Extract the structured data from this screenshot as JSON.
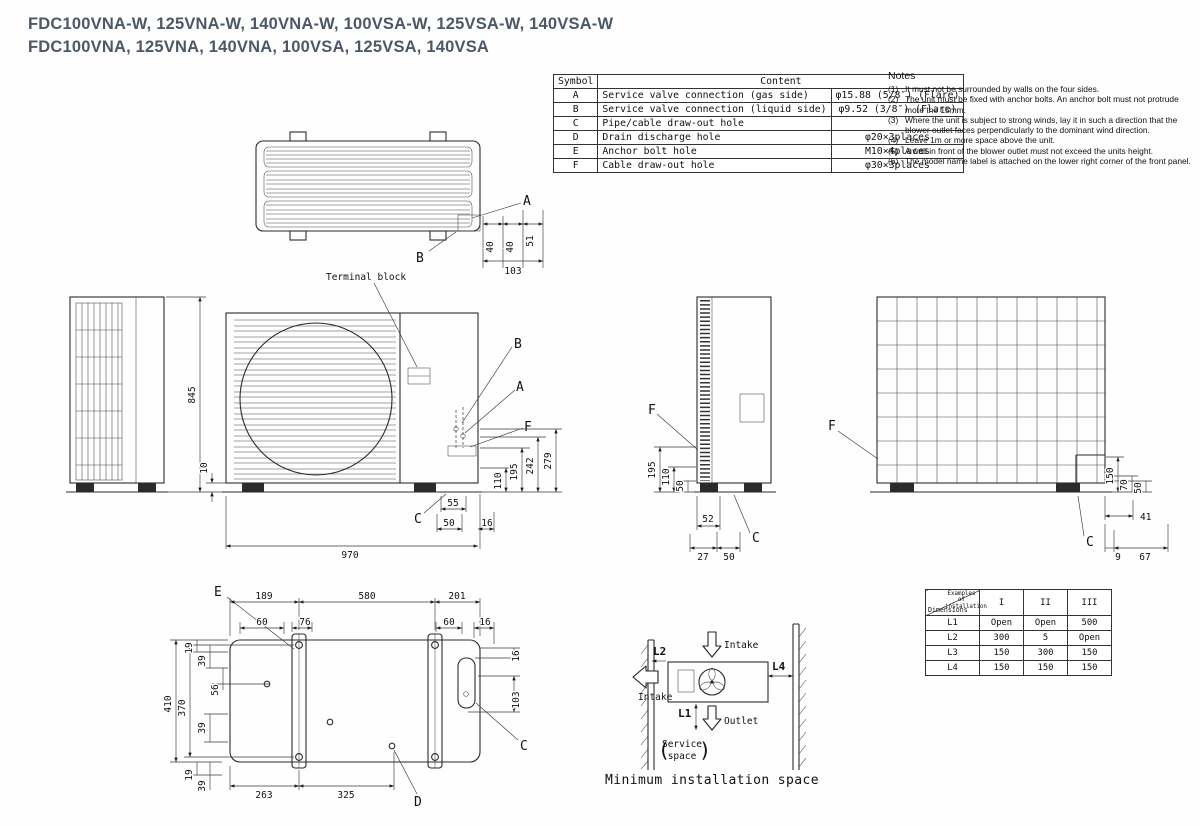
{
  "title": {
    "line1": "FDC100VNA-W, 125VNA-W, 140VNA-W, 100VSA-W, 125VSA-W, 140VSA-W",
    "line2": "FDC100VNA, 125VNA, 140VNA, 100VSA, 125VSA, 140VSA"
  },
  "symbol_table": {
    "col_symbol": "Symbol",
    "col_content": "Content",
    "rows": [
      {
        "symbol": "A",
        "content": "Service valve connection (gas side)",
        "value": "φ15.88 (5/8″) (Flare)"
      },
      {
        "symbol": "B",
        "content": "Service valve connection (liquid side)",
        "value": "φ9.52 (3/8″) (Flare)"
      },
      {
        "symbol": "C",
        "content": "Pipe/cable draw-out hole",
        "value": ""
      },
      {
        "symbol": "D",
        "content": "Drain discharge hole",
        "value": "φ20×3places"
      },
      {
        "symbol": "E",
        "content": "Anchor bolt hole",
        "value": "M10×4places"
      },
      {
        "symbol": "F",
        "content": "Cable draw-out hole",
        "value": "φ30×3places"
      }
    ]
  },
  "notes": {
    "heading": "Notes",
    "items": [
      {
        "num": "(1)",
        "text": "It must not be surrounded by walls on the four sides."
      },
      {
        "num": "(2)",
        "text": "The unit must be fixed with anchor bolts. An anchor bolt must not protrude more the 15mm."
      },
      {
        "num": "(3)",
        "text": "Where the unit is subject to strong winds, lay it in such a direction that the blower outlet faces perpendicularly to the dominant wind direction."
      },
      {
        "num": "(4)",
        "text": "Leave 1m or more space above the unit."
      },
      {
        "num": "(5)",
        "text": "A wall in front of the blower outlet must not exceed the units height."
      },
      {
        "num": "(6)",
        "text": "The model name label is attached on the lower right corner of the front panel."
      }
    ]
  },
  "callouts": {
    "A": "A",
    "B": "B",
    "C": "C",
    "D": "D",
    "E": "E",
    "F": "F"
  },
  "labels": {
    "terminal_block": "Terminal block"
  },
  "dims": {
    "t40a": "40",
    "t40b": "40",
    "t51": "51",
    "t103": "103",
    "f845": "845",
    "f10": "10",
    "f110": "110",
    "f195": "195",
    "f242": "242",
    "f279": "279",
    "f55": "55",
    "f50": "50",
    "f16": "16",
    "f970": "970",
    "s195": "195",
    "s110": "110",
    "s50": "50",
    "s52": "52",
    "s27": "27",
    "s50b": "50",
    "b150": "150",
    "b70": "70",
    "b50": "50",
    "b41": "41",
    "b9": "9",
    "b67": "67",
    "bt189": "189",
    "bt580": "580",
    "bt201": "201",
    "bt60a": "60",
    "bt76": "76",
    "bt60b": "60",
    "bt16a": "16",
    "bt19a": "19",
    "bt39a": "39",
    "bt56": "56",
    "bt39b": "39",
    "bt19b": "19",
    "bt39c": "39",
    "bt410": "410",
    "bt370": "370",
    "bt16b": "16",
    "bt103": "103",
    "bt263": "263",
    "bt325": "325"
  },
  "install_space": {
    "l1": "L1",
    "l2": "L2",
    "l4": "L4",
    "intake_top": "Intake",
    "intake_side": "Intake",
    "outlet": "Outlet",
    "paren_open": "(",
    "paren_close": ")",
    "service_line1": "Service",
    "service_line2": "space",
    "caption": "Minimum installation space"
  },
  "dim_table": {
    "corner_top": "Examples of installation",
    "corner_bottom": "Dimensions",
    "columns": [
      "I",
      "II",
      "III"
    ],
    "rows": [
      {
        "label": "L1",
        "values": [
          "Open",
          "Open",
          "500"
        ]
      },
      {
        "label": "L2",
        "values": [
          "300",
          "5",
          "Open"
        ]
      },
      {
        "label": "L3",
        "values": [
          "150",
          "300",
          "150"
        ]
      },
      {
        "label": "L4",
        "values": [
          "150",
          "150",
          "150"
        ]
      }
    ]
  }
}
